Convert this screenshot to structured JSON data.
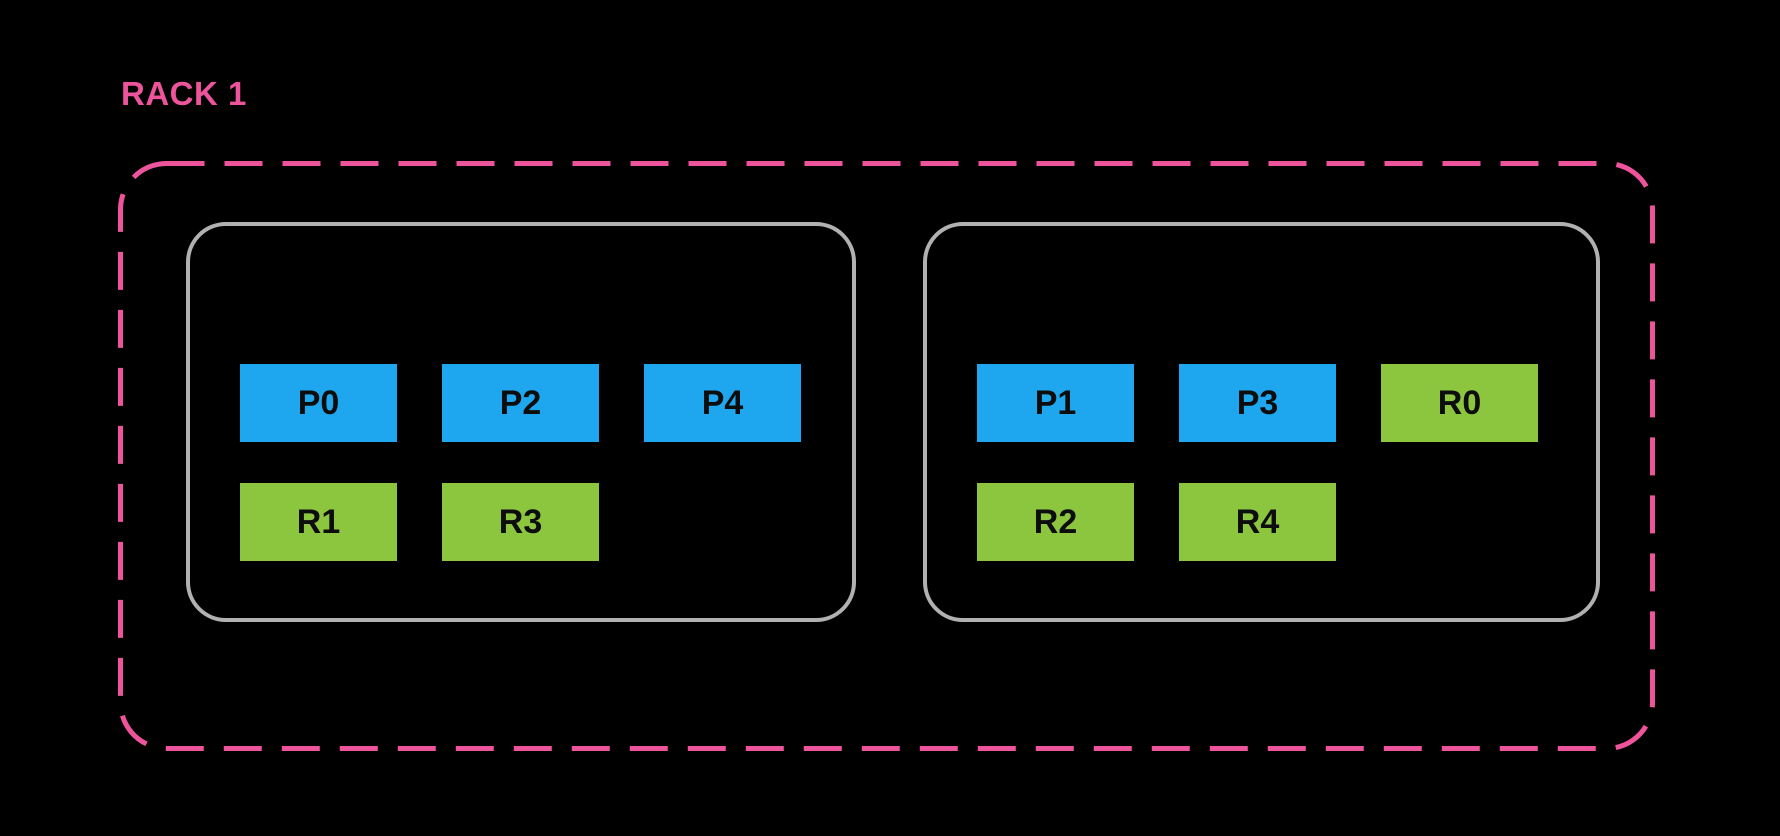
{
  "rack": {
    "label": "RACK 1"
  },
  "colors": {
    "background": "#000000",
    "rack": "#ee549b",
    "node_border": "#b1b1b1",
    "primary": "#1ea7ef",
    "replica": "#8cc63f",
    "shard_text": "#0d0d0d"
  },
  "legend_semantics": {
    "primary_prefix": "P",
    "replica_prefix": "R"
  },
  "nodes": [
    {
      "rows": [
        {
          "shards": [
            {
              "label": "P0",
              "type": "primary"
            },
            {
              "label": "P2",
              "type": "primary"
            },
            {
              "label": "P4",
              "type": "primary"
            }
          ]
        },
        {
          "shards": [
            {
              "label": "R1",
              "type": "replica"
            },
            {
              "label": "R3",
              "type": "replica"
            }
          ]
        }
      ]
    },
    {
      "rows": [
        {
          "shards": [
            {
              "label": "P1",
              "type": "primary"
            },
            {
              "label": "P3",
              "type": "primary"
            },
            {
              "label": "R0",
              "type": "replica"
            }
          ]
        },
        {
          "shards": [
            {
              "label": "R2",
              "type": "replica"
            },
            {
              "label": "R4",
              "type": "replica"
            }
          ]
        }
      ]
    }
  ]
}
